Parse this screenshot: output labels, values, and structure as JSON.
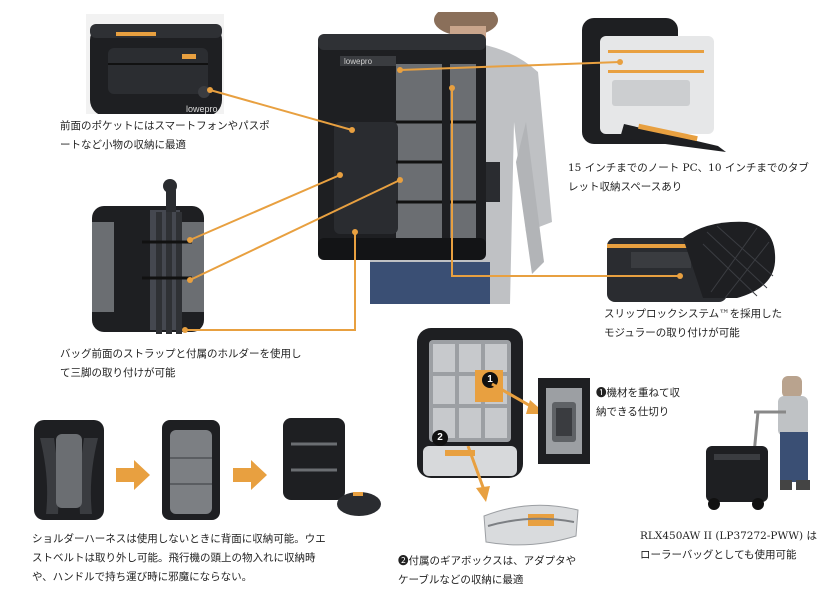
{
  "captions": {
    "front_pocket": "前面のポケットにはスマートフォンやパスポ\nートなど小物の収納に最適",
    "laptop": "15 インチまでのノート PC、10 インチまでのタブ\nレット収納スペースあり",
    "slip_lock": "スリップロックシステム™を採用した\nモジュラーの取り付けが可能",
    "tripod": "バッグ前面のストラップと付属のホルダーを使用し\nて三脚の取り付けが可能",
    "dividers": "❶機材を重ねて収\n納できる仕切り",
    "harness": "ショルダーハーネスは使用しないときに背面に収納可能。ウエ\nストベルトは取り外し可能。飛行機の頭上の物入れに収納時\nや、ハンドルで持ち運び時に邪魔にならない。",
    "gear_box": "❷付属のギアボックスは、アダプタや\nケーブルなどの収納に最適",
    "roller": "RLX450AW II (LP37272-PWW) は\nローラーバッグとしても使用可能"
  },
  "badges": {
    "one": "1",
    "two": "2"
  },
  "colors": {
    "accent": "#E8A040",
    "bag": "#1e1f22",
    "bag_gray": "#6b6e72",
    "gray_light": "#bfc2c5"
  },
  "icons": [
    "arrow-right-icon",
    "arrow-right-icon-2",
    "arrow-down-icon"
  ]
}
